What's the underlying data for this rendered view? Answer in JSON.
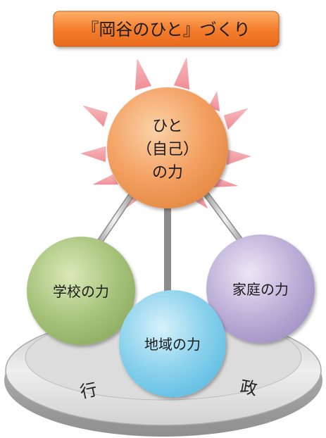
{
  "title": "『岡谷のひと』づくり",
  "center": {
    "lines": [
      "ひと",
      "（自己）",
      "の力"
    ]
  },
  "nodes": {
    "school": "学校の力",
    "region": "地域の力",
    "family": "家庭の力"
  },
  "plate": {
    "left_char": "行",
    "right_char": "政"
  },
  "colors": {
    "title_fill": "#f07a2c",
    "sun_ray": "#f4a2a8",
    "center_fill": "#f39a5c",
    "school_fill": "#a6c27a",
    "region_fill": "#86d0ec",
    "family_fill": "#bcaed6",
    "plate_fill": "#d9d9d9"
  }
}
